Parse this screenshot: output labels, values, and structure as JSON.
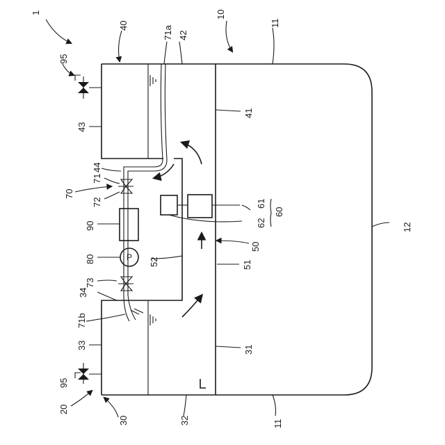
{
  "labels": {
    "l1": "1",
    "l40": "40",
    "l71a": "71a",
    "l42": "42",
    "l10": "10",
    "l11_top": "11",
    "l95_top": "95",
    "l41": "41",
    "l43": "43",
    "l44": "44",
    "l70": "70",
    "l71": "71",
    "l72": "72",
    "l61": "61",
    "l60": "60",
    "l62": "62",
    "l90": "90",
    "l12": "12",
    "l50": "50",
    "l80": "80",
    "l52": "52",
    "l51": "51",
    "l34": "34",
    "l73": "73",
    "l71b": "71b",
    "l33": "33",
    "l31": "31",
    "l95_bot": "95",
    "l20": "20",
    "l30": "30",
    "l32": "32",
    "l11_bot": "11",
    "tag_L": "L"
  },
  "pump_symbol": "P"
}
